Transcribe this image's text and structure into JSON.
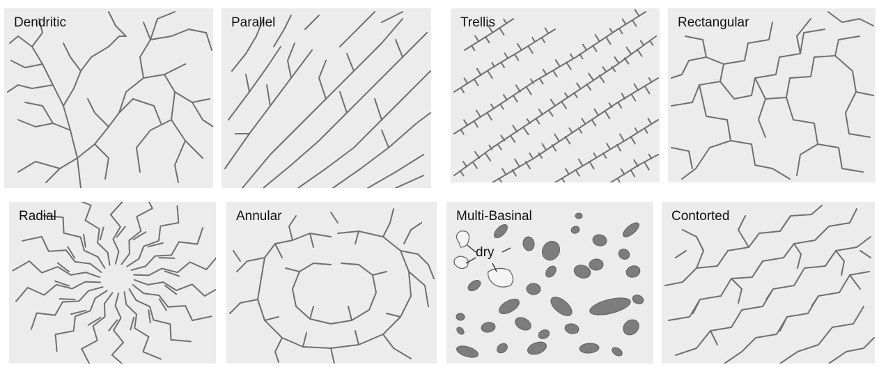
{
  "panels": {
    "dendritic": {
      "label": "Dendritic"
    },
    "parallel": {
      "label": "Parallel"
    },
    "trellis": {
      "label": "Trellis"
    },
    "rectangular": {
      "label": "Rectangular"
    },
    "radial": {
      "label": "Radial"
    },
    "annular": {
      "label": "Annular"
    },
    "multibasinal": {
      "label": "Multi-Basinal",
      "annotation": "dry"
    },
    "contorted": {
      "label": "Contorted"
    }
  },
  "colors": {
    "panel_bg": "#ececec",
    "stream": "#6f6f6f",
    "lake": "#7d7d7d"
  }
}
